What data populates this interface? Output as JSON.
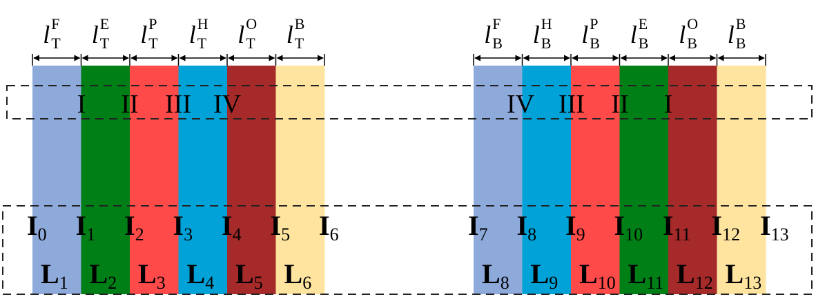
{
  "top": {
    "dim_labels": [
      {
        "base": "l",
        "sup": "F",
        "sub": "T"
      },
      {
        "base": "l",
        "sup": "E",
        "sub": "T"
      },
      {
        "base": "l",
        "sup": "P",
        "sub": "T"
      },
      {
        "base": "l",
        "sup": "H",
        "sub": "T"
      },
      {
        "base": "l",
        "sup": "O",
        "sub": "T"
      },
      {
        "base": "l",
        "sup": "B",
        "sub": "T"
      }
    ],
    "layer_colors": [
      "#8eaadb",
      "#007f16",
      "#ff4a4a",
      "#00a2d8",
      "#a62a2a",
      "#ffe4a0"
    ],
    "roman": [
      "I",
      "II",
      "III",
      "IV"
    ],
    "interfaces": [
      {
        "base": "I",
        "sub": "0"
      },
      {
        "base": "I",
        "sub": "1"
      },
      {
        "base": "I",
        "sub": "2"
      },
      {
        "base": "I",
        "sub": "3"
      },
      {
        "base": "I",
        "sub": "4"
      },
      {
        "base": "I",
        "sub": "5"
      },
      {
        "base": "I",
        "sub": "6"
      }
    ],
    "layers": [
      {
        "base": "L",
        "sub": "1"
      },
      {
        "base": "L",
        "sub": "2"
      },
      {
        "base": "L",
        "sub": "3"
      },
      {
        "base": "L",
        "sub": "4"
      },
      {
        "base": "L",
        "sub": "5"
      },
      {
        "base": "L",
        "sub": "6"
      }
    ]
  },
  "bottom": {
    "dim_labels": [
      {
        "base": "l",
        "sup": "F",
        "sub": "B"
      },
      {
        "base": "l",
        "sup": "H",
        "sub": "B"
      },
      {
        "base": "l",
        "sup": "P",
        "sub": "B"
      },
      {
        "base": "l",
        "sup": "E",
        "sub": "B"
      },
      {
        "base": "l",
        "sup": "O",
        "sub": "B"
      },
      {
        "base": "l",
        "sup": "B",
        "sub": "B"
      }
    ],
    "layer_colors": [
      "#8eaadb",
      "#00a2d8",
      "#ff4a4a",
      "#007f16",
      "#a62a2a",
      "#ffe4a0"
    ],
    "roman": [
      "IV",
      "III",
      "II",
      "I"
    ],
    "interfaces": [
      {
        "base": "I",
        "sub": "7"
      },
      {
        "base": "I",
        "sub": "8"
      },
      {
        "base": "I",
        "sub": "9"
      },
      {
        "base": "I",
        "sub": "10"
      },
      {
        "base": "I",
        "sub": "11"
      },
      {
        "base": "I",
        "sub": "12"
      },
      {
        "base": "I",
        "sub": "13"
      }
    ],
    "layers": [
      {
        "base": "L",
        "sub": "8"
      },
      {
        "base": "L",
        "sub": "9"
      },
      {
        "base": "L",
        "sub": "10"
      },
      {
        "base": "L",
        "sub": "11"
      },
      {
        "base": "L",
        "sub": "12"
      },
      {
        "base": "L",
        "sub": "13"
      }
    ]
  }
}
